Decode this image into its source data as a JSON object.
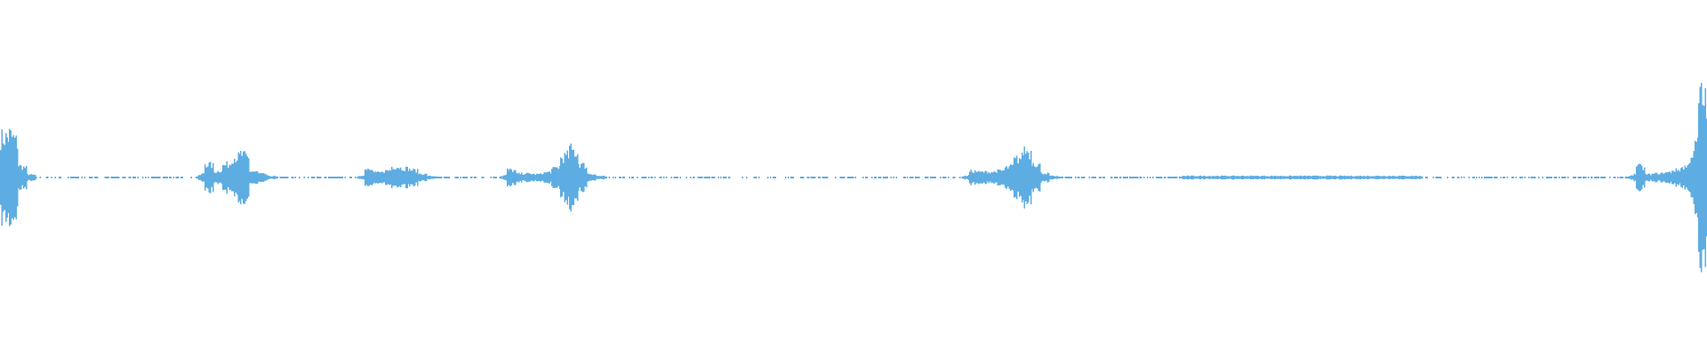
{
  "chart_data": {
    "type": "area",
    "title": "",
    "xlabel": "",
    "ylabel": "",
    "axes_visible": false,
    "grid": false,
    "legend": "none",
    "symmetric_about_zero": true,
    "ylim": [
      -1,
      1
    ],
    "series": [
      {
        "color": "#5dade2",
        "amplitude_envelope": [
          0.5,
          0.55,
          0.15,
          0.04,
          0.01,
          0.01,
          0.01,
          0.01,
          0.01,
          0.01,
          0.01,
          0.01,
          0.01,
          0.01,
          0.01,
          0.01,
          0.01,
          0.01,
          0.01,
          0.01,
          0.01,
          0.01,
          0.01,
          0.18,
          0.07,
          0.15,
          0.25,
          0.3,
          0.08,
          0.05,
          0.02,
          0.01,
          0.01,
          0.01,
          0.01,
          0.01,
          0.01,
          0.01,
          0.01,
          0.01,
          0.01,
          0.1,
          0.06,
          0.08,
          0.14,
          0.12,
          0.1,
          0.05,
          0.02,
          0.01,
          0.01,
          0.01,
          0.01,
          0.01,
          0.01,
          0.01,
          0.01,
          0.1,
          0.05,
          0.05,
          0.04,
          0.06,
          0.1,
          0.25,
          0.36,
          0.18,
          0.05,
          0.02,
          0.01,
          0.01,
          0.01,
          0.01,
          0.01,
          0.01,
          0.01,
          0.01,
          0.01,
          0.01,
          0.01,
          0.01,
          0.01,
          0.01,
          0.01,
          0.01,
          0.01,
          0.01,
          0.01,
          0.01,
          0.01,
          0.01,
          0.01,
          0.01,
          0.01,
          0.01,
          0.01,
          0.01,
          0.01,
          0.01,
          0.01,
          0.01,
          0.01,
          0.01,
          0.01,
          0.01,
          0.01,
          0.01,
          0.01,
          0.01,
          0.01,
          0.08,
          0.07,
          0.07,
          0.08,
          0.12,
          0.22,
          0.36,
          0.2,
          0.06,
          0.02,
          0.01,
          0.01,
          0.01,
          0.01,
          0.01,
          0.01,
          0.01,
          0.01,
          0.01,
          0.01,
          0.01,
          0.01,
          0.01,
          0.01,
          0.02,
          0.02,
          0.02,
          0.02,
          0.02,
          0.02,
          0.02,
          0.02,
          0.02,
          0.02,
          0.02,
          0.02,
          0.02,
          0.02,
          0.02,
          0.02,
          0.02,
          0.02,
          0.02,
          0.02,
          0.02,
          0.02,
          0.02,
          0.02,
          0.02,
          0.02,
          0.02,
          0.01,
          0.01,
          0.01,
          0.01,
          0.01,
          0.01,
          0.01,
          0.01,
          0.01,
          0.01,
          0.01,
          0.01,
          0.01,
          0.01,
          0.01,
          0.01,
          0.01,
          0.01,
          0.01,
          0.01,
          0.01,
          0.01,
          0.01,
          0.01,
          0.15,
          0.04,
          0.05,
          0.06,
          0.09,
          0.12,
          0.25,
          1.0
        ]
      }
    ]
  }
}
